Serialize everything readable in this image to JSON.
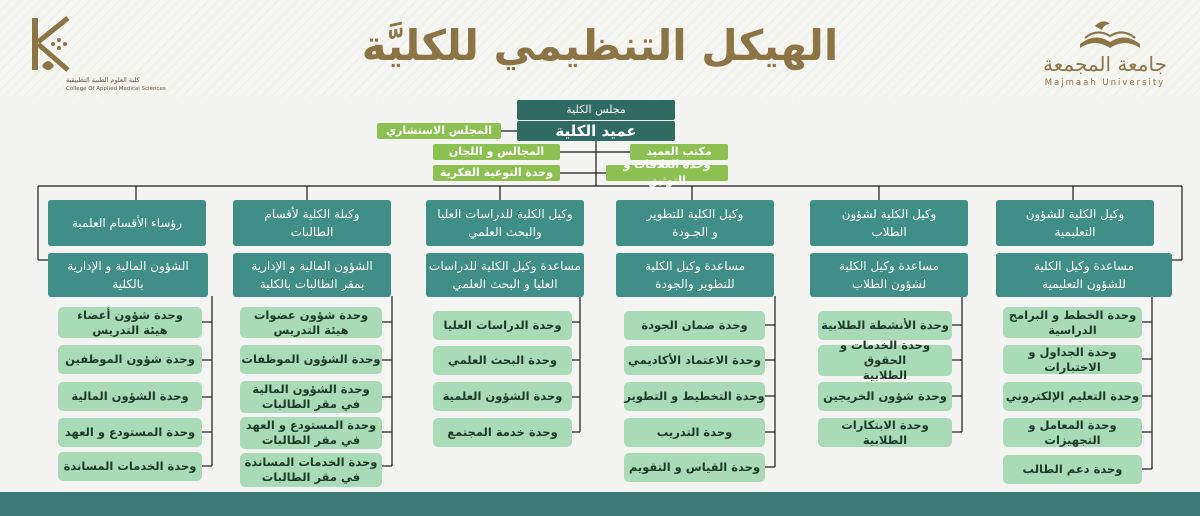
{
  "title": "الهيكل التنظيمي للكليَّة",
  "logos": {
    "college_ar": "كلية العلوم الطبية التطبيقية",
    "college_en": "College Of Applied Medical Sciences",
    "university_ar": "جامعة المجمعة",
    "university_en": "Majmaah University"
  },
  "top": {
    "council": "مجلس الكلية",
    "dean": "عميد الكلية",
    "advisory": "المجلس الاستشاري",
    "councils_committees": "المجالس و اللجان",
    "dean_office": "مكتب العميد",
    "awareness": "وحدة التوعية الفكرية",
    "relations": "وحدة العلاقات و التوثيق"
  },
  "columns": [
    {
      "head": "وكيل الكلية للشؤون\nالتعليمية",
      "sub": "مساعدة وكيل الكلية\nللشؤون التعليمية",
      "units": [
        "وحدة الخطط و البرامج\nالدراسية",
        "وحدة الجداول و الاختبارات",
        "وحدة التعليم الإلكتروني",
        "وحدة المعامل و التجهيزات",
        "وحدة دعم الطالب"
      ]
    },
    {
      "head": "وكيل الكلية لشؤون\nالطلاب",
      "sub": "مساعدة وكيل الكلية\nلشؤون الطلاب",
      "units": [
        "وحدة الأنشطة الطلابية",
        "وحدة الخدمات و الحقوق\nالطلابية",
        "وحدة شؤون الخريجين",
        "وحدة الابتكارات الطلابية"
      ]
    },
    {
      "head": "وكيل الكلية للتطوير\nو الجـودة",
      "sub": "مساعدة وكيل الكلية\nللتطوير والجودة",
      "units": [
        "وحدة ضمان الجودة",
        "وحدة الاعتماد الأكاديمي",
        "وحدة التخطيط و التطوير",
        "وحدة التدريب",
        "وحدة القياس و التقويم"
      ]
    },
    {
      "head": "وكيل الكلية للدراسات العليا\nوالبحث العلمي",
      "sub": "مساعدة وكيل الكلية للدراسات\nالعليا و البحث العلمي",
      "units": [
        "وحدة الدراسات العليا",
        "وحدة البحث العلمي",
        "وحدة الشؤون العلمية",
        "وحدة خدمة المجتمع"
      ]
    },
    {
      "head": "وكيلة الكلية لأقسام\nالطالبات",
      "sub": "الشؤون المالية و الإدارية\nبمقر الطالبات بالكلية",
      "units": [
        "وحدة شؤون عضوات\nهيئة التدريس",
        "وحدة الشؤون الموظفات",
        "وحدة الشؤون المالية\nفي مقر الطالبات",
        "وحدة المستودع و العهد\nفي مقر الطالبات",
        "وحدة الخدمات المساندة\nفي مقر الطالبات"
      ]
    },
    {
      "head": "رؤساء الأقسام العلمية",
      "sub": "الشؤون المالية و الإدارية\nبالكلية",
      "units": [
        "وحدة شؤون أعضاء\nهيئة التدريس",
        "وحدة شؤون الموظفين",
        "وحدة الشؤون المالية",
        "وحدة المستودع و العهد",
        "وحدة الخدمات المساندة"
      ]
    }
  ]
}
